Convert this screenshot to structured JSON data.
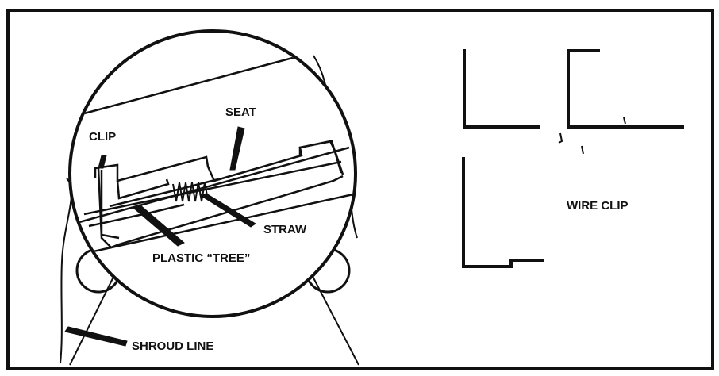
{
  "labels": {
    "clip": "CLIP",
    "seat": "SEAT",
    "straw": "STRAW",
    "plastic_tree": "PLASTIC “TREE”",
    "shroud_line": "SHROUD LINE",
    "wire_clip": "WIRE CLIP"
  },
  "colors": {
    "ink": "#111111",
    "paper": "#ffffff"
  }
}
